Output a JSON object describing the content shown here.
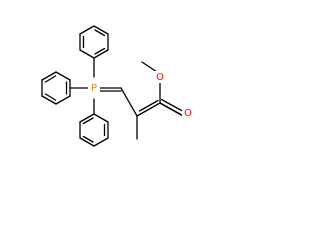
{
  "structure": {
    "atoms": {
      "phosphorus": {
        "symbol": "P",
        "color": "#ff8000"
      },
      "carbonyl_oxygen": {
        "symbol": "O",
        "color": "#ff0000"
      },
      "ester_oxygen": {
        "symbol": "O",
        "color": "#ff0000"
      }
    },
    "bond_color": "#000000"
  }
}
